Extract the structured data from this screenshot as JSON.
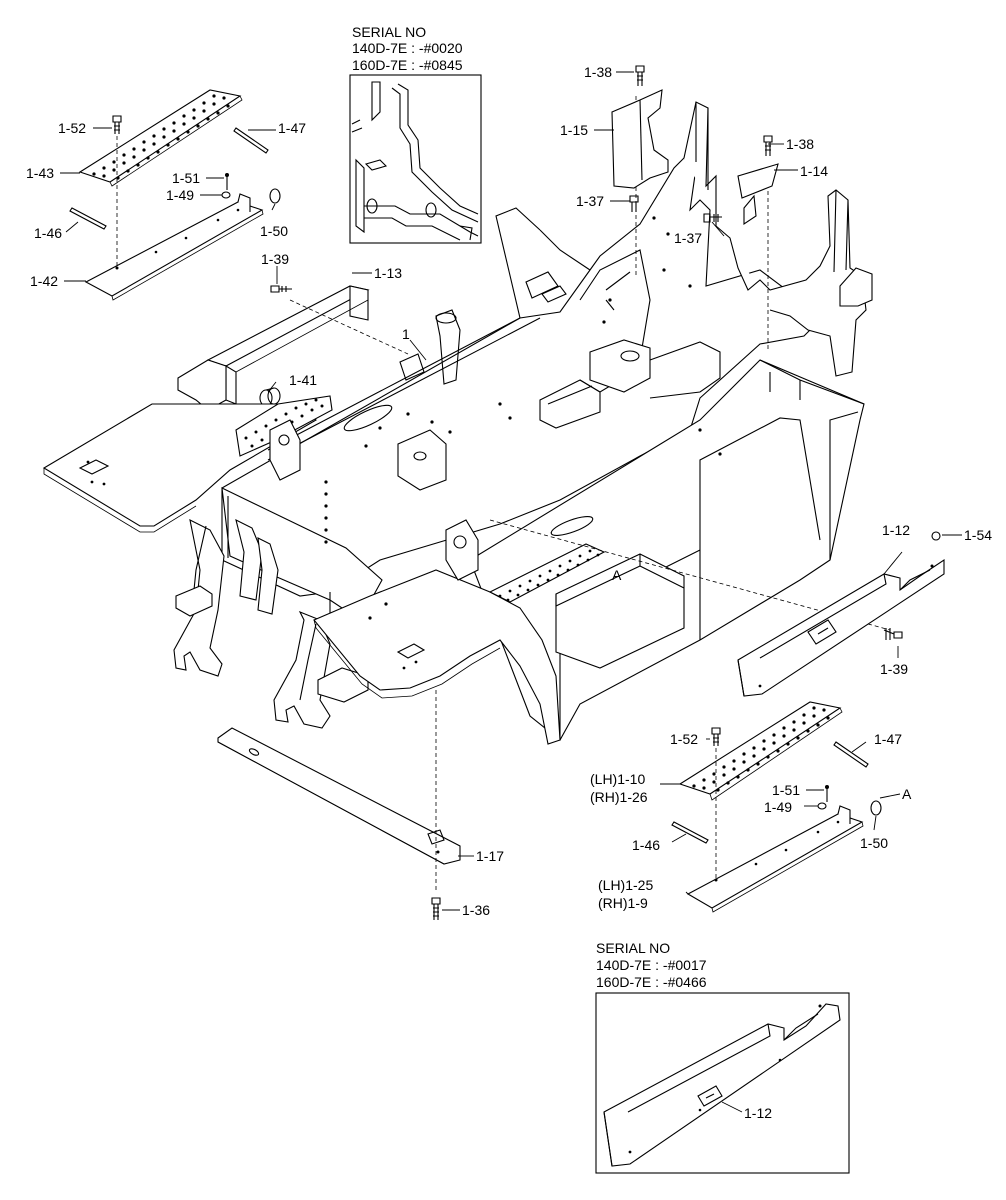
{
  "serial_top": {
    "heading": "SERIAL NO",
    "line1": "140D-7E : -#0020",
    "line2": "160D-7E : -#0845"
  },
  "serial_bottom": {
    "heading": "SERIAL NO",
    "line1": "140D-7E : -#0017",
    "line2": "160D-7E : -#0466"
  },
  "labels": {
    "l_1_52_top": "1-52",
    "l_1_47_top": "1-47",
    "l_1_43": "1-43",
    "l_1_51_top": "1-51",
    "l_1_49_top": "1-49",
    "l_1_46_top": "1-46",
    "l_1_50_top": "1-50",
    "l_1_42": "1-42",
    "l_1_39_top": "1-39",
    "l_1_13": "1-13",
    "l_1": "1",
    "l_1_41": "1-41",
    "l_1_38_a": "1-38",
    "l_1_15": "1-15",
    "l_1_38_b": "1-38",
    "l_1_14": "1-14",
    "l_1_37_a": "1-37",
    "l_1_37_b": "1-37",
    "l_1_12": "1-12",
    "l_1_54": "1-54",
    "l_1_39_right": "1-39",
    "l_A_center": "A",
    "l_1_52_bot": "1-52",
    "l_1_47_bot": "1-47",
    "l_lh_1_10": "(LH)1-10",
    "l_rh_1_26": "(RH)1-26",
    "l_1_51_bot": "1-51",
    "l_A_right": "A",
    "l_1_49_bot": "1-49",
    "l_1_46_bot": "1-46",
    "l_1_50_bot": "1-50",
    "l_lh_1_25": "(LH)1-25",
    "l_rh_1_9": "(RH)1-9",
    "l_1_17": "1-17",
    "l_1_36": "1-36",
    "l_1_12_inset": "1-12"
  }
}
